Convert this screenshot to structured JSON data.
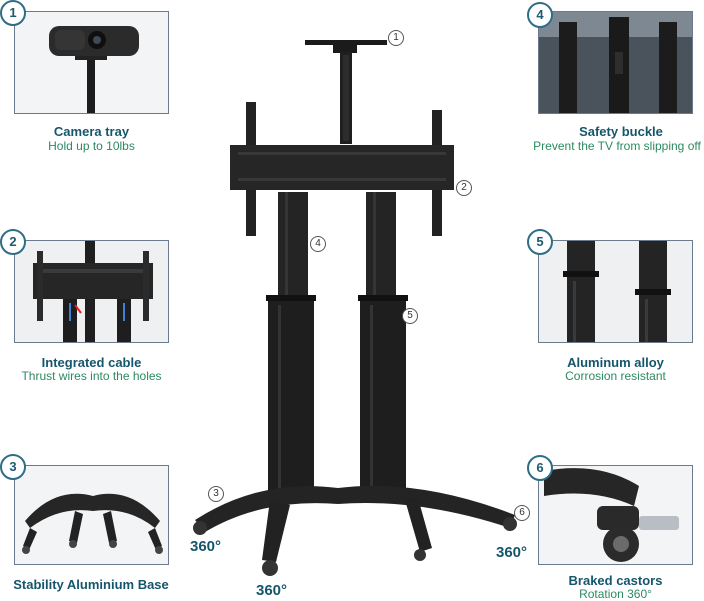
{
  "features": [
    {
      "num": "1",
      "title": "Camera tray",
      "subtitle": "Hold up to 10lbs"
    },
    {
      "num": "2",
      "title": "Integrated cable",
      "subtitle": "Thrust wires into the holes"
    },
    {
      "num": "3",
      "title": "Stability Aluminium Base",
      "subtitle": ""
    },
    {
      "num": "4",
      "title": "Safety buckle",
      "subtitle": "Prevent the TV from slipping off"
    },
    {
      "num": "5",
      "title": "Aluminum alloy",
      "subtitle": "Corrosion resistant"
    },
    {
      "num": "6",
      "title": "Braked castors",
      "subtitle": "Rotation 360°"
    }
  ],
  "callouts": [
    "1",
    "2",
    "3",
    "4",
    "5",
    "6"
  ],
  "rotation_labels": [
    "360°",
    "360°",
    "360°"
  ],
  "colors": {
    "title": "#16566b",
    "subtitle": "#2c8a62",
    "badge_border": "#2f6d86"
  }
}
